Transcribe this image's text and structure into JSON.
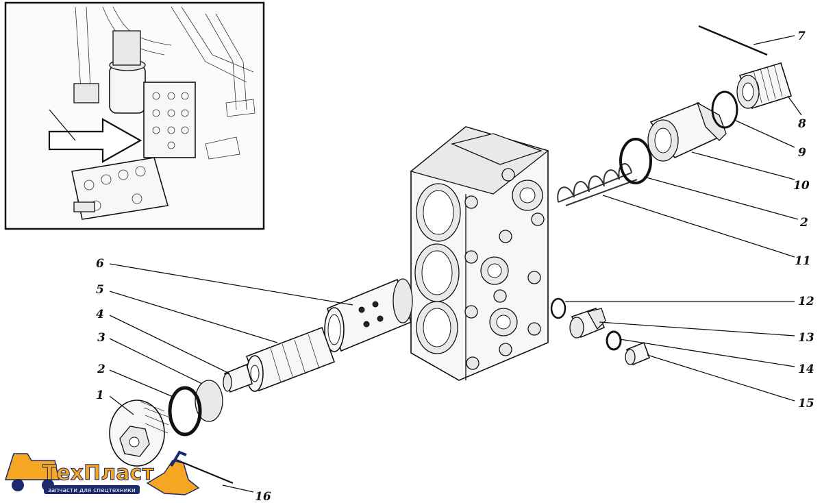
{
  "callouts": [
    {
      "n": "1"
    },
    {
      "n": "2"
    },
    {
      "n": "3"
    },
    {
      "n": "4"
    },
    {
      "n": "5"
    },
    {
      "n": "6"
    },
    {
      "n": "7"
    },
    {
      "n": "8"
    },
    {
      "n": "9"
    },
    {
      "n": "10"
    },
    {
      "n": "2"
    },
    {
      "n": "11"
    },
    {
      "n": "12"
    },
    {
      "n": "13"
    },
    {
      "n": "14"
    },
    {
      "n": "15"
    },
    {
      "n": "16"
    }
  ],
  "logo": {
    "text": "ТехПласт",
    "tagline": "запчасти для спецтехники",
    "colors": {
      "main": "#f5a623",
      "dark": "#1b2a6b"
    }
  }
}
